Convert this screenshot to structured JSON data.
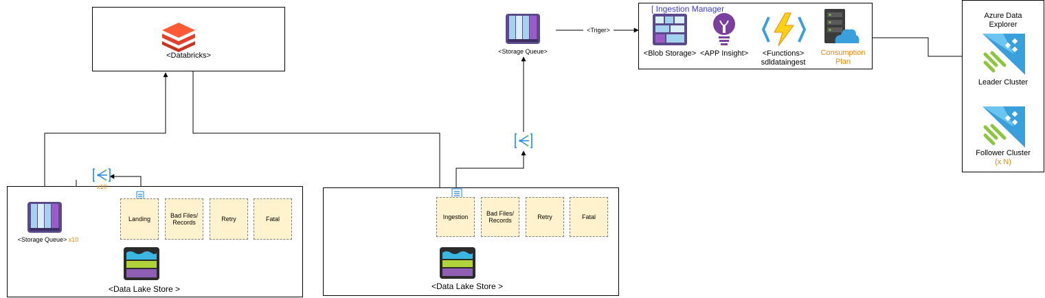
{
  "databricks": {
    "label": "<Databricks>"
  },
  "left_zone": {
    "storage_queue_label": "<Storage Queue>",
    "storage_queue_multiplier": "x10",
    "event_grid_multiplier": "x10",
    "folders": [
      "Landing",
      "Bad Files/\nRecords",
      "Retry",
      "Fatal"
    ],
    "datalake_label": "<Data Lake Store >"
  },
  "right_zone": {
    "folders": [
      "Ingestion",
      "Bad Files/\nRecords",
      "Retry",
      "Fatal"
    ],
    "datalake_label": "<Data Lake Store >"
  },
  "top_queue": {
    "label": "<Storage Queue>"
  },
  "trigger": {
    "label": "<Triger>"
  },
  "ingestion_manager": {
    "title": "[ Ingestion Manager",
    "blob_label": "<Blob Storage>",
    "insight_label": "<APP Insight>",
    "functions_label": "<Functions>",
    "functions_name": "sdldataingest",
    "consumption_label": "Consumption\nPlan"
  },
  "adx": {
    "title": "Azure Data\nExplorer",
    "leader_label": "Leader Cluster",
    "follower_label": "Follower Cluster",
    "follower_multiplier": "(x N)"
  },
  "colors": {
    "folder_fill": "#fff2cc",
    "accent_orange": "#f08705",
    "databricks_red": "#e2402b",
    "queue_purple": "#7b3fa0",
    "adx_blue": "#3aa0dc",
    "adx_green": "#8cc63f"
  }
}
